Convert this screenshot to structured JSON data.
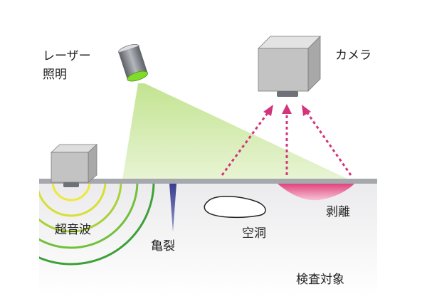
{
  "labels": {
    "laser": "レーザー",
    "illumination": "照明",
    "camera": "カメラ",
    "ultrasound": "超音波",
    "crack": "亀裂",
    "void": "空洞",
    "delamination": "剥離",
    "inspection_target": "検査対象"
  },
  "colors": {
    "laser_beam": "#c8e69a",
    "laser_lens": "#7fdc2a",
    "arrows": "#d4357a",
    "ultrasound_waves": [
      "#e9e23a",
      "#c9d92d",
      "#8fc93a",
      "#5fb83a",
      "#3fa03a"
    ],
    "crack": "#3a3f8f",
    "delamination": "#e0447c",
    "surface": "#a5a8ad",
    "device_body": "#c3c3c3"
  }
}
